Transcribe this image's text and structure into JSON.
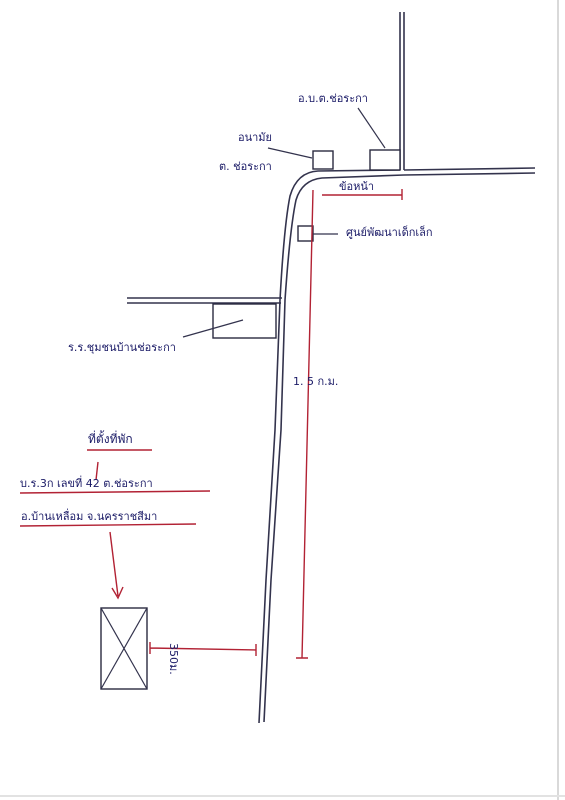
{
  "labels": {
    "district_office": "อ.บ.ต.ช่อระกา",
    "health_center_line1": "อนามัย",
    "health_center_line2": "ต. ช่อระกา",
    "front": "ข้อหน้า",
    "child_center": "ศูนย์พัฒนาเด็กเล็ก",
    "school": "ร.ร.ชุมชนบ้านช่อระกา",
    "distance_main": "1. 5 ก.ม.",
    "location_title": "ที่ตั้งที่พัก",
    "address_line1": "บ.ร.3ก เลขที่ 42 ต.ช่อระกา",
    "address_line2": "อ.บ้านเหลื่อม จ.นครราชสีมา",
    "distance_short": "350ม."
  },
  "colors": {
    "ink": "#1a1a66",
    "road": "#33334d",
    "measure": "#b22234"
  }
}
